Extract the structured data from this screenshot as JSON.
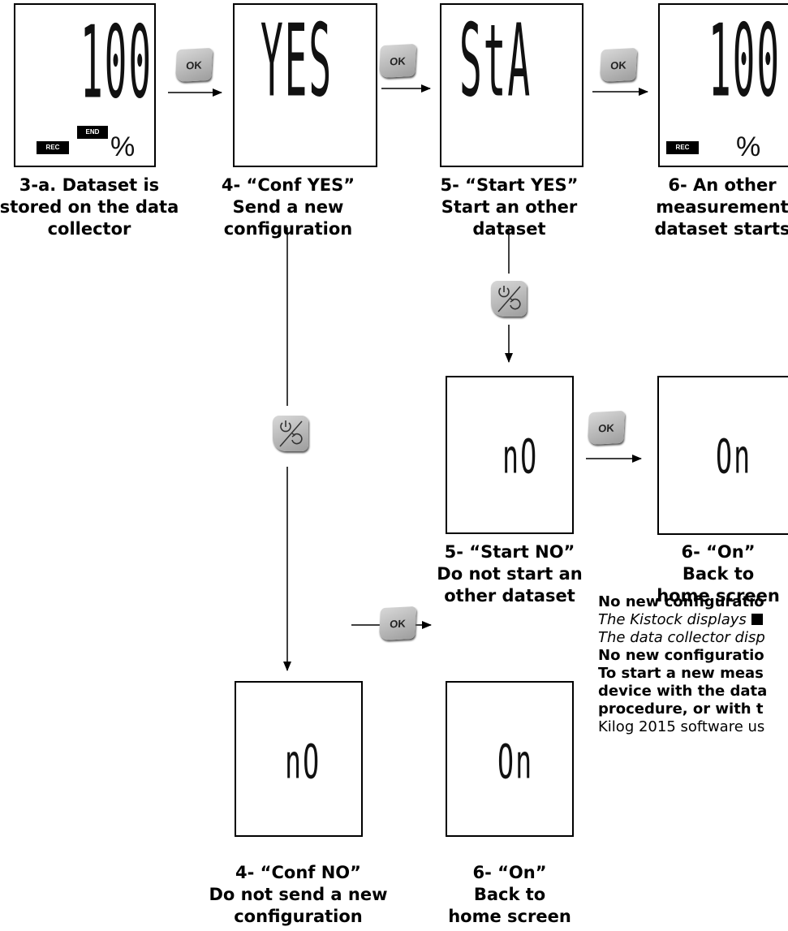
{
  "screens": {
    "s1": {
      "display": "100",
      "tag_rec": "REC",
      "tag_end": "END",
      "unit": "%"
    },
    "s2": {
      "display": "YES"
    },
    "s3": {
      "display": "StA"
    },
    "s4": {
      "display": "100",
      "tag_rec": "REC",
      "unit": "%"
    },
    "s5": {
      "display": "nO"
    },
    "s6": {
      "display": "On"
    },
    "s7": {
      "display": "nO"
    },
    "s8": {
      "display": "On"
    }
  },
  "buttons": {
    "ok_label": "OK",
    "ok_icon": "ok-button-icon",
    "power_icon": "power-cycle-button-icon"
  },
  "captions": {
    "c1": {
      "line1": "3-a. Dataset is",
      "line2": "stored on the data",
      "line3": "collector"
    },
    "c2": {
      "line1": "4- “Conf YES”",
      "line2": "Send a new",
      "line3": "configuration"
    },
    "c3": {
      "line1": "5- “Start YES”",
      "line2": "Start an other",
      "line3": "dataset"
    },
    "c4": {
      "line1": "6- An other",
      "line2": "measurement",
      "line3": "dataset starts"
    },
    "c5": {
      "line1": "5- “Start NO”",
      "line2": "Do not start an",
      "line3": "other dataset"
    },
    "c6": {
      "line1": "6- “On”",
      "line2": "Back to",
      "line3": "home screen"
    },
    "c7": {
      "line1": "4- “Conf NO”",
      "line2": "Do not send a new",
      "line3": "configuration"
    },
    "c8": {
      "line1": "6- “On”",
      "line2": "Back to",
      "line3": "home screen"
    }
  },
  "note": {
    "line1": "No new configuratio",
    "line2": "The Kistock displays",
    "line3": "The data collector disp",
    "line4": "No new configuratio",
    "line5": "To start a new meas",
    "line6": "device with the data",
    "line7": "procedure, or with t",
    "line8": "Kilog 2015 software us"
  }
}
